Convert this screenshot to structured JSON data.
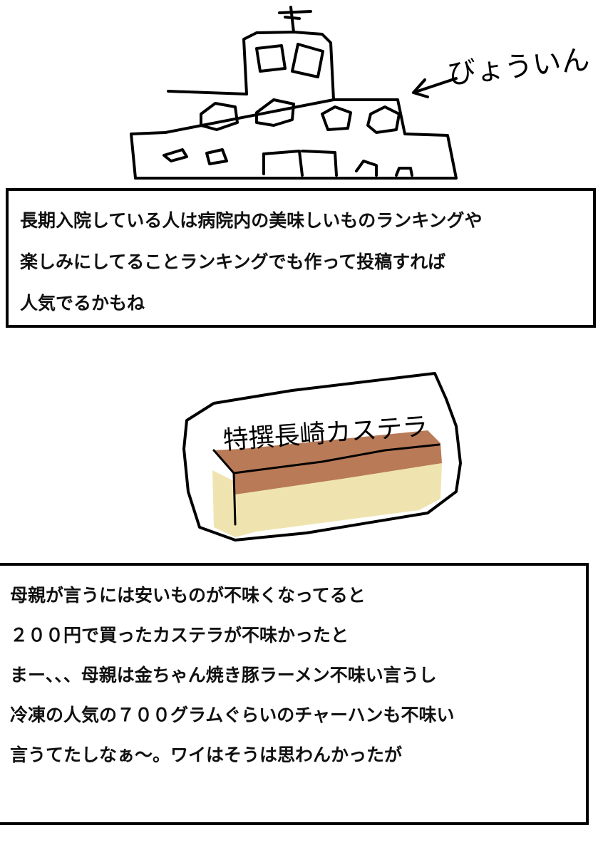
{
  "top_panel": {
    "label": "びょういん",
    "lines": [
      "長期入院している人は病院内の美味しいものランキングや",
      "楽しみにしてることランキングでも作って投稿すれば",
      "人気でるかもね"
    ]
  },
  "bottom_panel": {
    "label": "特撰長崎カステラ",
    "lines": [
      "母親が言うには安いものが不味くなってると",
      "２００円で買ったカステラが不味かったと",
      "まー、、、母親は金ちゃん焼き豚ラーメン不味い言うし",
      "冷凍の人気の７００グラムぐらいのチャーハンも不味い",
      "言うてたしなぁ～。ワイはそうは思わんかったが"
    ]
  },
  "colors": {
    "outline": "#000000",
    "castella_top": "#b97a57",
    "castella_body": "#efe4b0"
  }
}
